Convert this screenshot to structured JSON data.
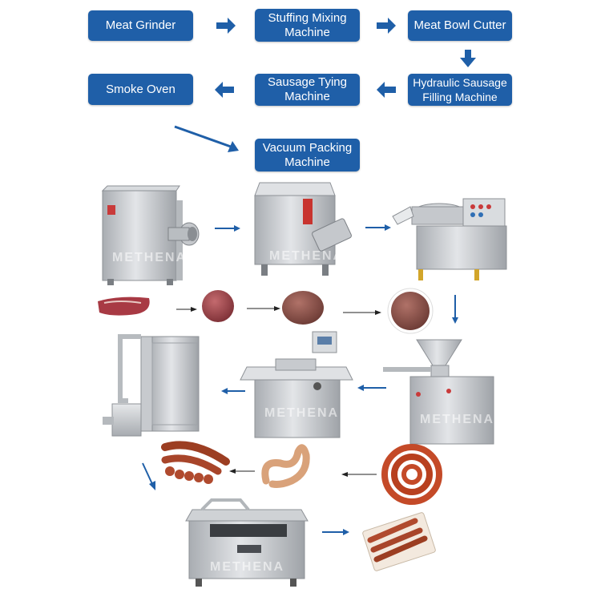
{
  "flow": {
    "steps": [
      {
        "label": "Meat Grinder"
      },
      {
        "label": "Stuffing Mixing\nMachine"
      },
      {
        "label": "Meat Bowl Cutter"
      },
      {
        "label": "Hydraulic Sausage\nFilling Machine"
      },
      {
        "label": "Sausage Tying\nMachine"
      },
      {
        "label": "Smoke Oven"
      },
      {
        "label": "Vacuum Packing\nMachine"
      }
    ]
  },
  "watermark": "METHENA",
  "colors": {
    "box": "#1f5fa8",
    "arrow": "#1f5fa8",
    "steel": "#c9ccd0",
    "meat": "#b8525a",
    "sausage": "#b5532f"
  }
}
